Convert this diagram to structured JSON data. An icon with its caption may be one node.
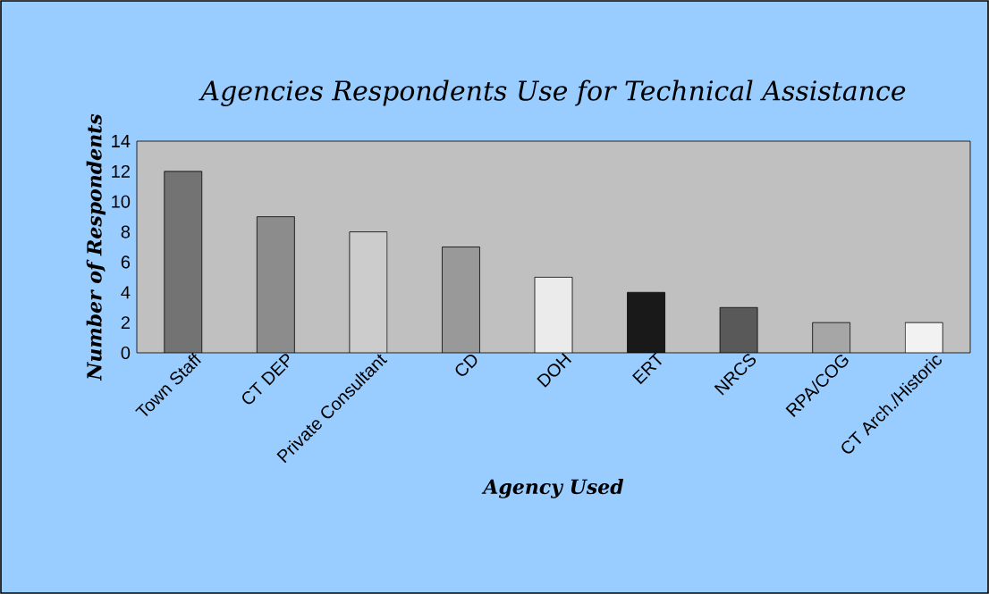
{
  "diagram": {
    "chart_data": {
      "type": "bar",
      "title": "Agencies Respondents Use for Technical Assistance",
      "xlabel": "Agency Used",
      "ylabel": "Number of Respondents",
      "categories": [
        "Town Staff",
        "CT DEP",
        "Private Consultant",
        "CD",
        "DOH",
        "ERT",
        "NRCS",
        "RPA/COG",
        "CT Arch./Historic"
      ],
      "values": [
        12,
        9,
        8,
        7,
        5,
        4,
        3,
        2,
        2
      ],
      "ylim": [
        0,
        14
      ],
      "yticks": [
        0,
        2,
        4,
        6,
        8,
        10,
        12,
        14
      ]
    }
  }
}
